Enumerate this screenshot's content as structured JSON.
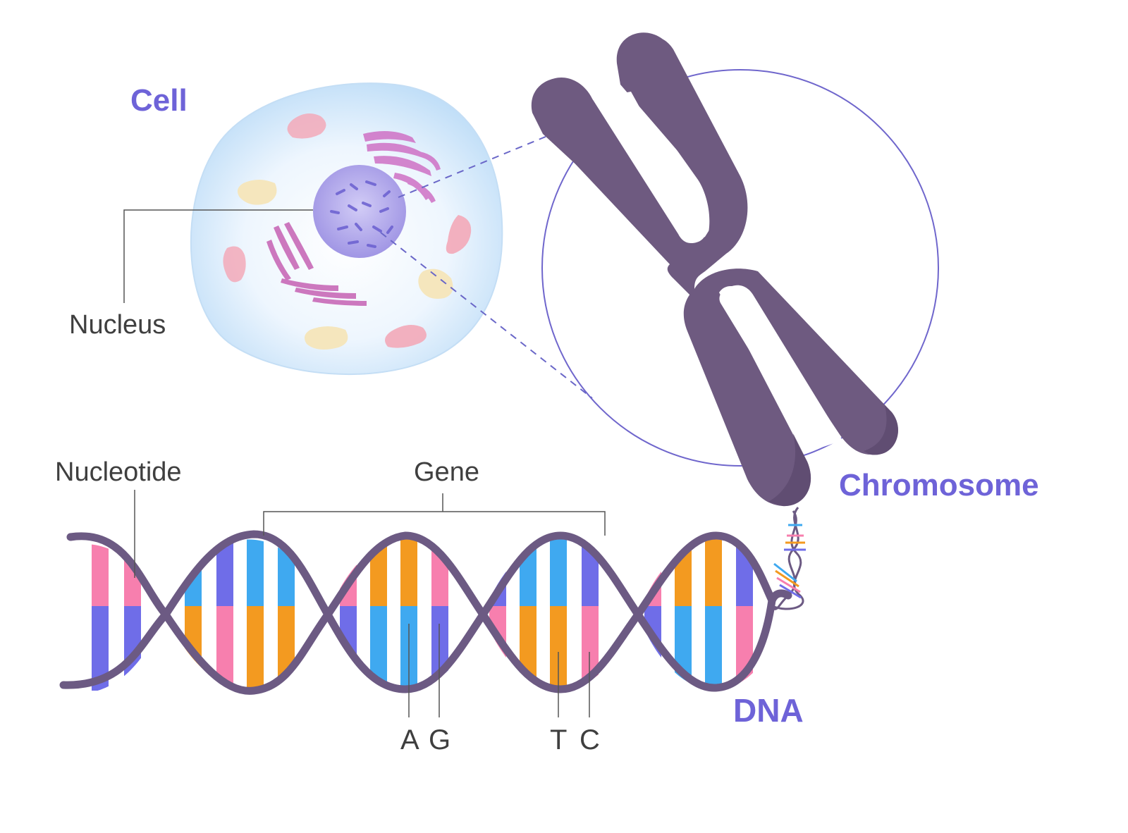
{
  "labels": {
    "cell": "Cell",
    "nucleus": "Nucleus",
    "chromosome": "Chromosome",
    "nucleotide": "Nucleotide",
    "gene": "Gene",
    "dna": "DNA",
    "base_a": "A",
    "base_g": "G",
    "base_t": "T",
    "base_c": "C"
  },
  "colors": {
    "accent_label": "#6e63d8",
    "plain_label": "#3f3f3f",
    "chromosome": "#6e5a80",
    "chromosome_shadow": "#5d4a6e",
    "backbone": "#6c5a83",
    "zoom_circle": "#6f66cc",
    "pointer_line": "#555555",
    "base_pink": "#f77fae",
    "base_blue": "#3fa9f0",
    "base_orange": "#f39a20",
    "base_indigo": "#6f6de8",
    "cell_body": "#cfe6fa",
    "nucleus": "#a59be6"
  }
}
